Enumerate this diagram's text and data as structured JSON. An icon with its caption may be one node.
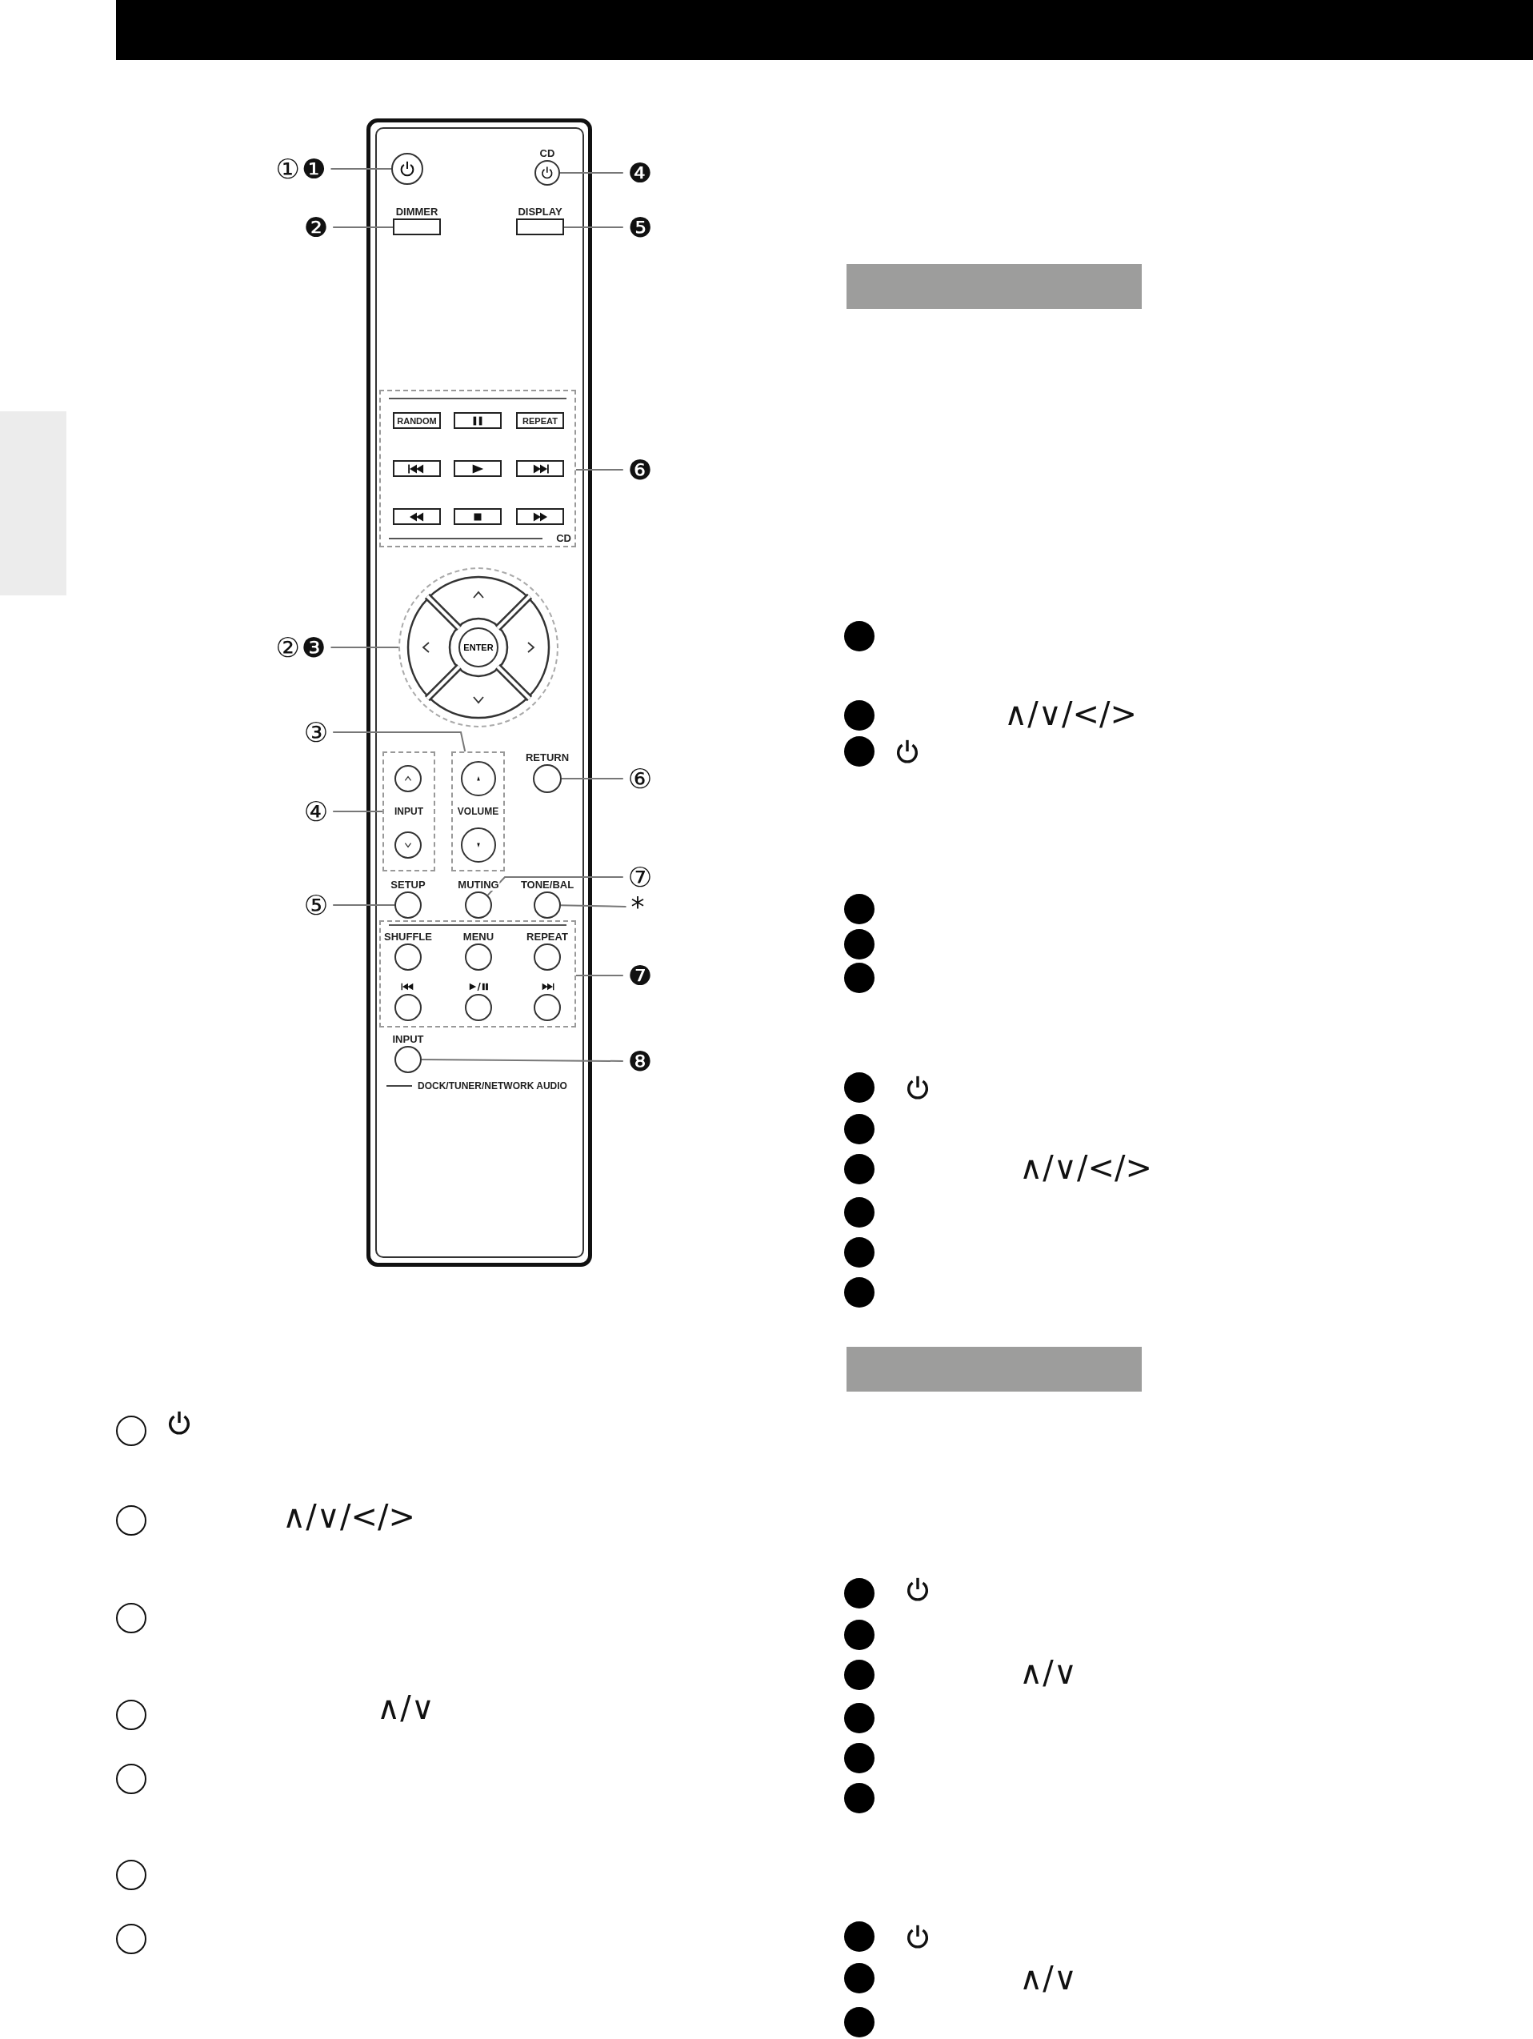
{
  "diagram": {
    "nodes": [
      {
        "text": [],
        "shape": "circle"
      },
      {
        "text": [
          "CD"
        ]
      },
      {
        "text": [
          "DIMMER"
        ]
      },
      {
        "text": [
          "DISPLAY"
        ]
      },
      {
        "text": [
          "CD"
        ]
      },
      {
        "text": [
          "RANDOM"
        ],
        "in": 4
      },
      {
        "text": [],
        "shape": "box",
        "in": 4
      },
      {
        "text": [
          "REPEAT"
        ],
        "in": 4
      },
      {
        "text": [],
        "shape": "box",
        "in": 4
      },
      {
        "text": [],
        "shape": "box",
        "in": 4
      },
      {
        "text": [],
        "shape": "box",
        "in": 4
      },
      {
        "text": [],
        "shape": "box",
        "in": 4
      },
      {
        "text": [],
        "shape": "box",
        "in": 4
      },
      {
        "text": [],
        "shape": "box",
        "in": 4
      },
      {
        "text": [],
        "shape": "circle"
      },
      {
        "text": [
          "ENTER"
        ],
        "in": 14
      },
      {
        "text": [
          "INPUT"
        ]
      },
      {
        "text": [],
        "shape": "circle",
        "in": 16
      },
      {
        "text": [],
        "shape": "circle",
        "in": 16
      },
      {
        "text": [
          "VOLUME"
        ]
      },
      {
        "text": [],
        "shape": "circle",
        "in": 19
      },
      {
        "text": [],
        "shape": "circle",
        "in": 19
      },
      {
        "text": [
          "RETURN"
        ]
      },
      {
        "text": [
          "SETUP"
        ]
      },
      {
        "text": [
          "MUTING"
        ]
      },
      {
        "text": [
          "TONE/BAL"
        ]
      },
      {
        "text": [],
        "shape": "box"
      },
      {
        "text": [
          "SHUFFLE"
        ],
        "in": 26
      },
      {
        "text": [
          "MENU"
        ],
        "in": 26
      },
      {
        "text": [
          "REPEAT"
        ],
        "in": 26
      },
      {
        "text": [],
        "shape": "circle",
        "in": 26
      },
      {
        "text": [],
        "shape": "circle",
        "in": 26
      },
      {
        "text": [],
        "shape": "circle",
        "in": 26
      },
      {
        "text": [
          "INPUT"
        ]
      },
      {
        "text": [
          "①",
          "❶"
        ]
      },
      {
        "text": [
          "❹"
        ]
      },
      {
        "text": [
          "❷"
        ]
      },
      {
        "text": [
          "❺"
        ]
      },
      {
        "text": [
          "❻"
        ]
      },
      {
        "text": [
          "②",
          "❸"
        ]
      },
      {
        "text": [
          "③"
        ]
      },
      {
        "text": [
          "④"
        ]
      },
      {
        "text": [
          "⑥"
        ]
      },
      {
        "text": [
          "⑦"
        ]
      },
      {
        "text": [
          "⑤"
        ]
      },
      {
        "text": [
          "*"
        ]
      },
      {
        "text": [
          "❼"
        ]
      },
      {
        "text": [
          "❽"
        ]
      },
      {
        "text": [],
        "shape": "bar"
      },
      {
        "text": [],
        "shape": "bar"
      },
      {
        "text": [],
        "shape": "bar"
      }
    ],
    "edges": [
      {
        "from": 34,
        "to": 0,
        "arrow": "none"
      },
      {
        "from": 35,
        "to": 1,
        "arrow": "none"
      },
      {
        "from": 36,
        "to": 2,
        "arrow": "none"
      },
      {
        "from": 37,
        "to": 3,
        "arrow": "none"
      },
      {
        "from": 38,
        "to": 4,
        "arrow": "none"
      },
      {
        "from": 39,
        "to": 14,
        "arrow": "none"
      },
      {
        "from": 40,
        "to": 19,
        "arrow": "none"
      },
      {
        "from": 41,
        "to": 16,
        "arrow": "none"
      },
      {
        "from": 42,
        "to": 22,
        "arrow": "none"
      },
      {
        "from": 43,
        "to": 24,
        "arrow": "none"
      },
      {
        "from": 44,
        "to": 23,
        "arrow": "none"
      },
      {
        "from": 45,
        "to": 25,
        "arrow": "none"
      },
      {
        "from": 46,
        "to": 26,
        "arrow": "none"
      },
      {
        "from": 47,
        "to": 33,
        "arrow": "none"
      }
    ],
    "labels": [
      "DOCK/TUNER/NETWORK AUDIO",
      "∧/∨/</>",
      "∧/∨",
      "∧/∨/</>",
      "∧/∨/</>",
      "∧/∨",
      "∧/∨"
    ]
  }
}
